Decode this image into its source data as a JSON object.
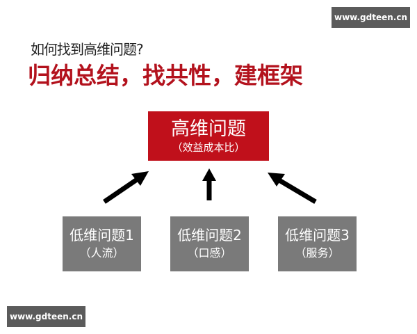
{
  "watermark": {
    "top": "www.gdteen.cn",
    "bottom": "www.gdteen.cn"
  },
  "question": "如何找到高维问题?",
  "headline": "归纳总结，找共性，建框架",
  "high_problem": {
    "title": "高维问题",
    "subtitle": "（效益成本比）",
    "color": "#c0101b"
  },
  "low_problems": [
    {
      "title": "低维问题1",
      "subtitle": "（人流）"
    },
    {
      "title": "低维问题2",
      "subtitle": "（口感）"
    },
    {
      "title": "低维问题3",
      "subtitle": "（服务）"
    }
  ],
  "colors": {
    "headline": "#b3121d",
    "low_box": "#7a7a7a",
    "watermark_bg": "#5b5b5b"
  }
}
